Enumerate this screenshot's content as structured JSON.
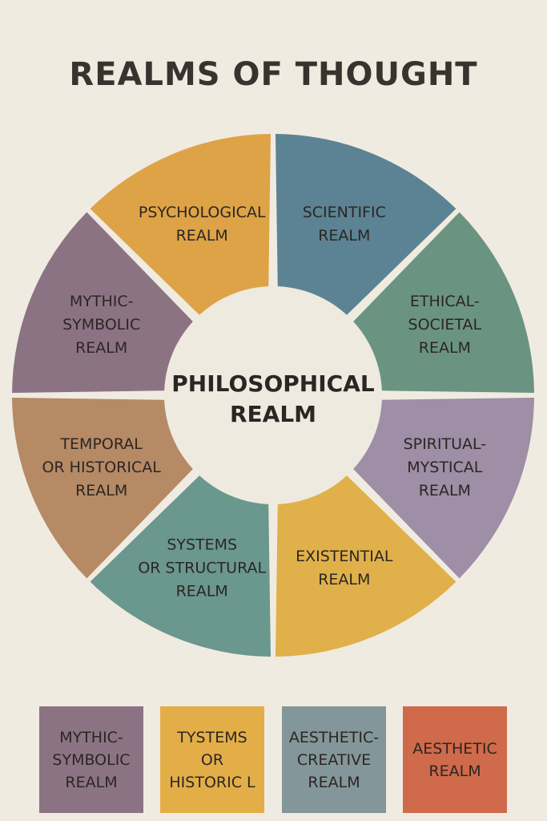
{
  "title": "REALMS OF THOUGHT",
  "center": {
    "lines": [
      "PHILOSOPHICAL",
      "REALM"
    ],
    "color": "#efeadf"
  },
  "segments": [
    {
      "name": "scientific",
      "lines": [
        "SCIENTIFIC",
        "REALM"
      ],
      "color": "#5b8393"
    },
    {
      "name": "ethical-societal",
      "lines": [
        "ETHICAL-",
        "SOCIETAL",
        "REALM"
      ],
      "color": "#6a9481"
    },
    {
      "name": "spiritual-mystical",
      "lines": [
        "SPIRITUAL-",
        "MYSTICAL",
        "REALM"
      ],
      "color": "#9e8ea6"
    },
    {
      "name": "existential",
      "lines": [
        "EXISTENTIAL",
        "REALM"
      ],
      "color": "#e0b04a"
    },
    {
      "name": "systems-structural",
      "lines": [
        "SYSTEMS",
        "OR STRUCTURAL",
        "REALM"
      ],
      "color": "#6a978e"
    },
    {
      "name": "temporal-historical",
      "lines": [
        "TEMPORAL",
        "OR HISTORICAL",
        "REALM"
      ],
      "color": "#b58a65"
    },
    {
      "name": "mythic-symbolic",
      "lines": [
        "MYTHIC-",
        "SYMBOLIC",
        "REALM"
      ],
      "color": "#8c7384"
    },
    {
      "name": "psychological",
      "lines": [
        "PSYCHOLOGICAL",
        "REALM"
      ],
      "color": "#dea347"
    }
  ],
  "legend": [
    {
      "lines": [
        "MYTHIC-",
        "SYMBOLIC",
        "REALM"
      ],
      "color": "#8c7384"
    },
    {
      "lines": [
        "TYSTEMS",
        "OR",
        "HISTORIC L"
      ],
      "color": "#e3ae48"
    },
    {
      "lines": [
        "AESTHETIC-",
        "CREATIVE",
        "REALM"
      ],
      "color": "#839699"
    },
    {
      "lines": [
        "AESTHETIC",
        "REALM"
      ],
      "color": "#cf6a4a"
    }
  ]
}
